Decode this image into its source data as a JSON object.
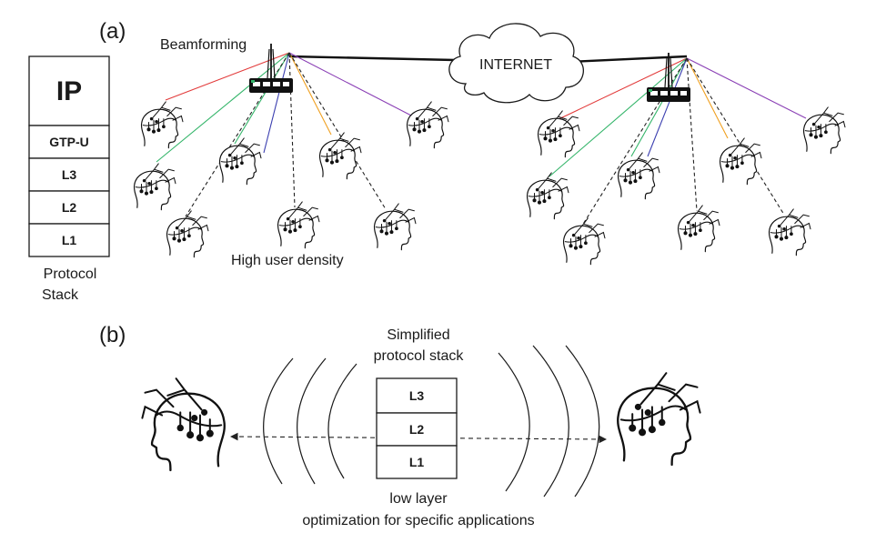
{
  "panel_a": {
    "label": "(a)",
    "beamforming_label": "Beamforming",
    "internet_label": "INTERNET",
    "density_label": "High user density",
    "stack_caption_line1": "Protocol",
    "stack_caption_line2": "Stack",
    "stack_layers": [
      "IP",
      "GTP-U",
      "L3",
      "L2",
      "L1"
    ],
    "beam_colors": {
      "red": "#e23a3a",
      "green": "#34b56a",
      "blue": "#3b3fb0",
      "orange": "#f0a020",
      "purple": "#8a3fb5",
      "dashed": "#222222"
    }
  },
  "panel_b": {
    "label": "(b)",
    "top_caption_line1": "Simplified",
    "top_caption_line2": "protocol stack",
    "stack_layers": [
      "L3",
      "L2",
      "L1"
    ],
    "bottom_caption_line1": "low layer",
    "bottom_caption_line2": "optimization for specific applications"
  }
}
